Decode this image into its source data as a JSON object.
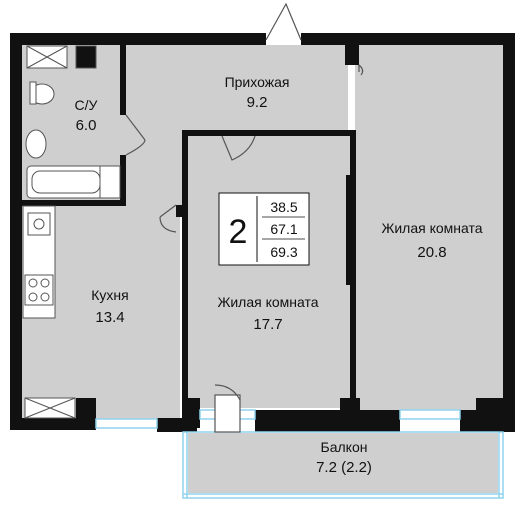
{
  "rooms": {
    "bathroom": {
      "name": "С/У",
      "area": "6.0"
    },
    "hallway": {
      "name": "Прихожая",
      "area": "9.2"
    },
    "kitchen": {
      "name": "Кухня",
      "area": "13.4"
    },
    "living_room_1": {
      "name": "Жилая комната",
      "area": "17.7"
    },
    "living_room_2": {
      "name": "Жилая комната",
      "area": "20.8"
    },
    "balcony": {
      "name": "Балкон",
      "area": "7.2 (2.2)"
    }
  },
  "summary": {
    "room_count": "2",
    "living_area": "38.5",
    "total_area": "67.1",
    "total_area_with_balcony": "69.3"
  },
  "colors": {
    "wall": "#111111",
    "floor": "#cfcfcf",
    "window": "#8fd3ee",
    "fixture_stroke": "#555555"
  }
}
